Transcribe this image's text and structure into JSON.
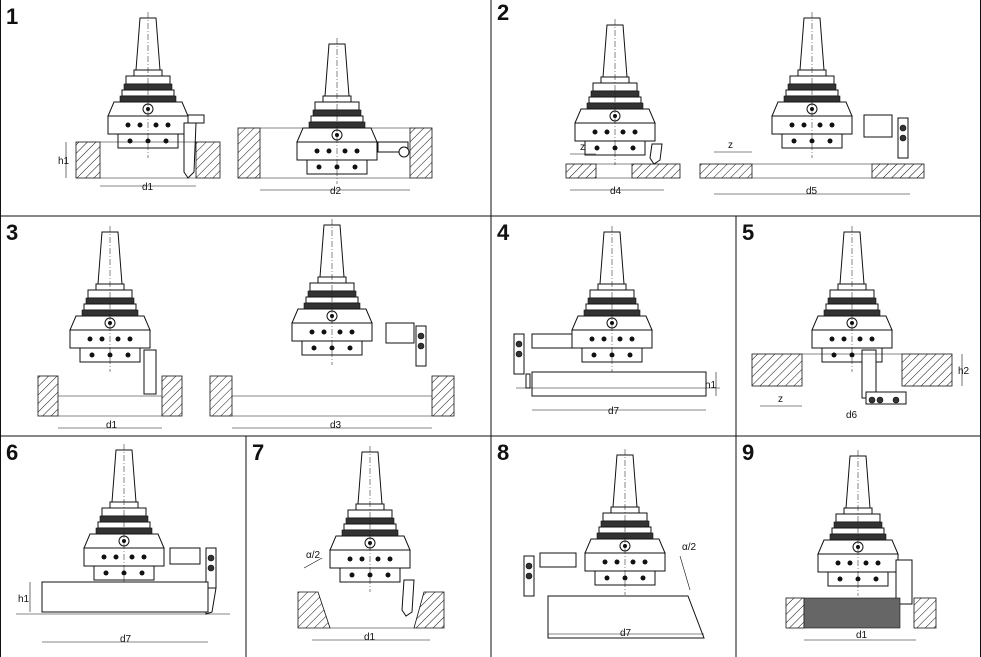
{
  "panels": [
    {
      "num": "1",
      "labels": [
        "h1",
        "d1",
        "d2"
      ]
    },
    {
      "num": "2",
      "labels": [
        "z",
        "d4",
        "z",
        "d5"
      ]
    },
    {
      "num": "3",
      "labels": [
        "d1",
        "d3"
      ]
    },
    {
      "num": "4",
      "labels": [
        "h1",
        "d7"
      ]
    },
    {
      "num": "5",
      "labels": [
        "h2",
        "z",
        "d6"
      ]
    },
    {
      "num": "6",
      "labels": [
        "h1",
        "d7"
      ]
    },
    {
      "num": "7",
      "labels": [
        "α/2",
        "d1"
      ]
    },
    {
      "num": "8",
      "labels": [
        "α/2",
        "d7"
      ]
    },
    {
      "num": "9",
      "labels": [
        "d1"
      ]
    }
  ],
  "colors": {
    "line": "#111111",
    "background": "#ffffff"
  }
}
